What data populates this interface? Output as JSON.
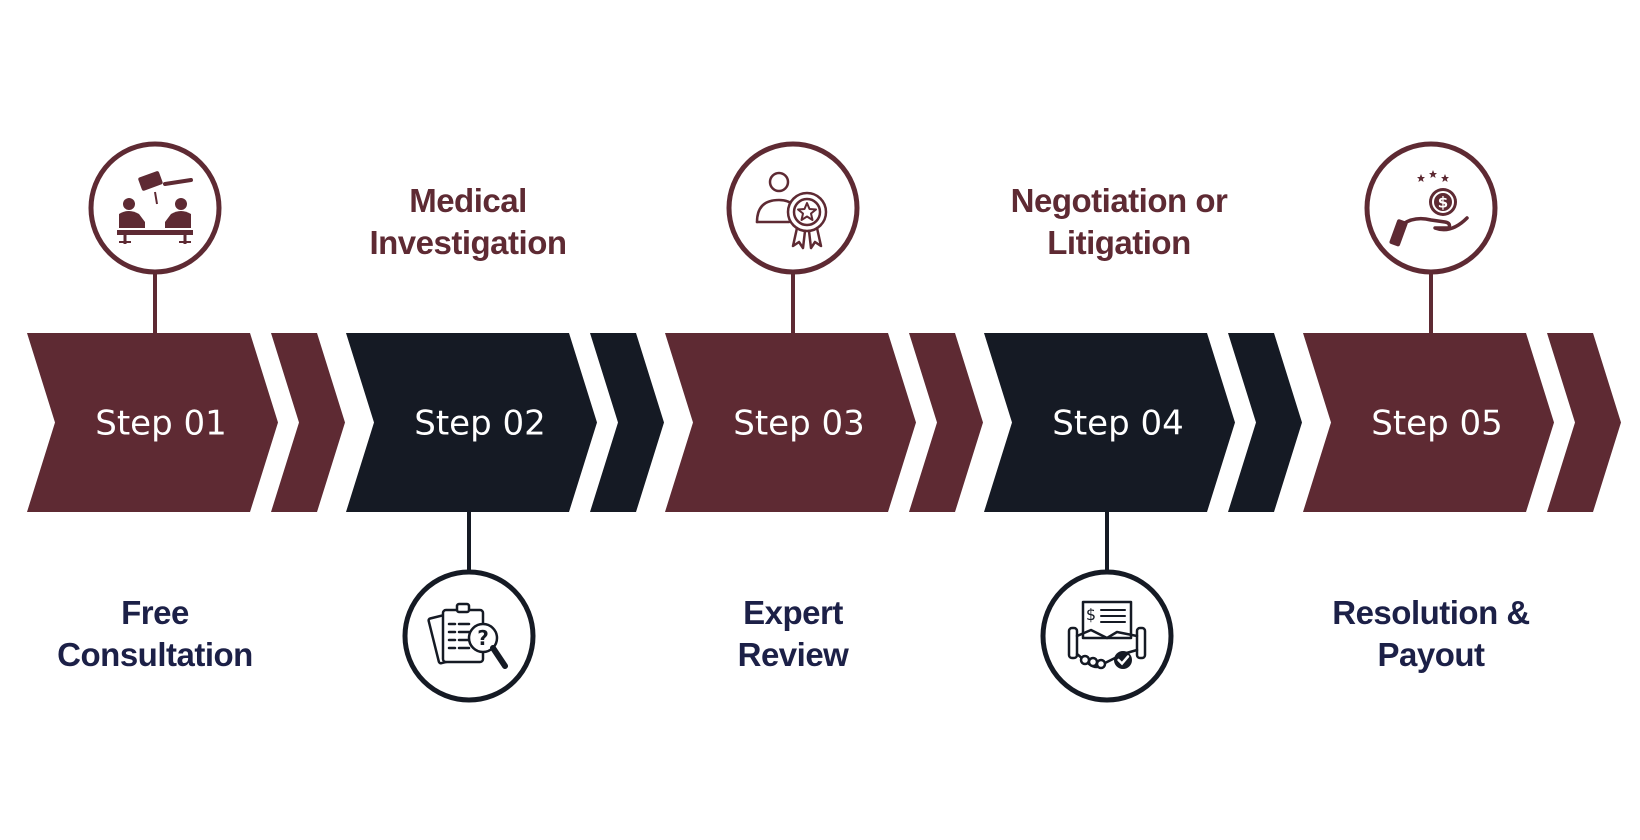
{
  "colors": {
    "maroon": "#5e2a33",
    "navy": "#151a24",
    "title_navy": "#1c2047",
    "background": "#ffffff"
  },
  "steps": [
    {
      "label": "Step 01",
      "title": [
        "Free",
        "Consultation"
      ],
      "color": "maroon",
      "title_color": "title_navy",
      "icon": "gavel-meeting-icon",
      "icon_position": "above",
      "title_position": "below"
    },
    {
      "label": "Step 02",
      "title": [
        "Medical",
        "Investigation"
      ],
      "color": "navy",
      "title_color": "maroon",
      "icon": "clipboard-search-icon",
      "icon_position": "below",
      "title_position": "above"
    },
    {
      "label": "Step 03",
      "title": [
        "Expert",
        "Review"
      ],
      "color": "maroon",
      "title_color": "title_navy",
      "icon": "expert-badge-icon",
      "icon_position": "above",
      "title_position": "below"
    },
    {
      "label": "Step 04",
      "title": [
        "Negotiation or",
        "Litigation"
      ],
      "color": "navy",
      "title_color": "maroon",
      "icon": "handshake-check-icon",
      "icon_position": "below",
      "title_position": "above"
    },
    {
      "label": "Step 05",
      "title": [
        "Resolution &",
        "Payout"
      ],
      "color": "maroon",
      "title_color": "title_navy",
      "icon": "hand-coin-icon",
      "icon_position": "above",
      "title_position": "below"
    }
  ]
}
